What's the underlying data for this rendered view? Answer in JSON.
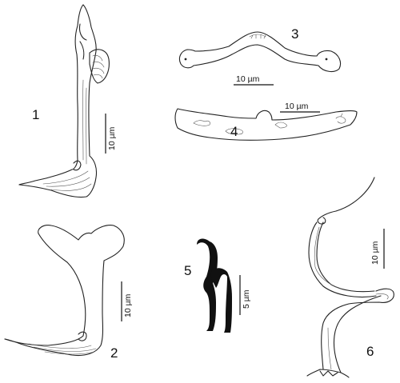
{
  "figure_numbers": {
    "fig1": "1",
    "fig2": "2",
    "fig3": "3",
    "fig4": "4",
    "fig5": "5",
    "fig6": "6"
  },
  "scale_labels": {
    "fig1": "10 µm",
    "fig2": "10 µm",
    "fig3": "10 µm",
    "fig4": "10 µm",
    "fig5": "5 µm",
    "fig6": "10 µm"
  },
  "colors": {
    "ink": "#222222",
    "fill_black": "#111111",
    "background": "#ffffff"
  }
}
